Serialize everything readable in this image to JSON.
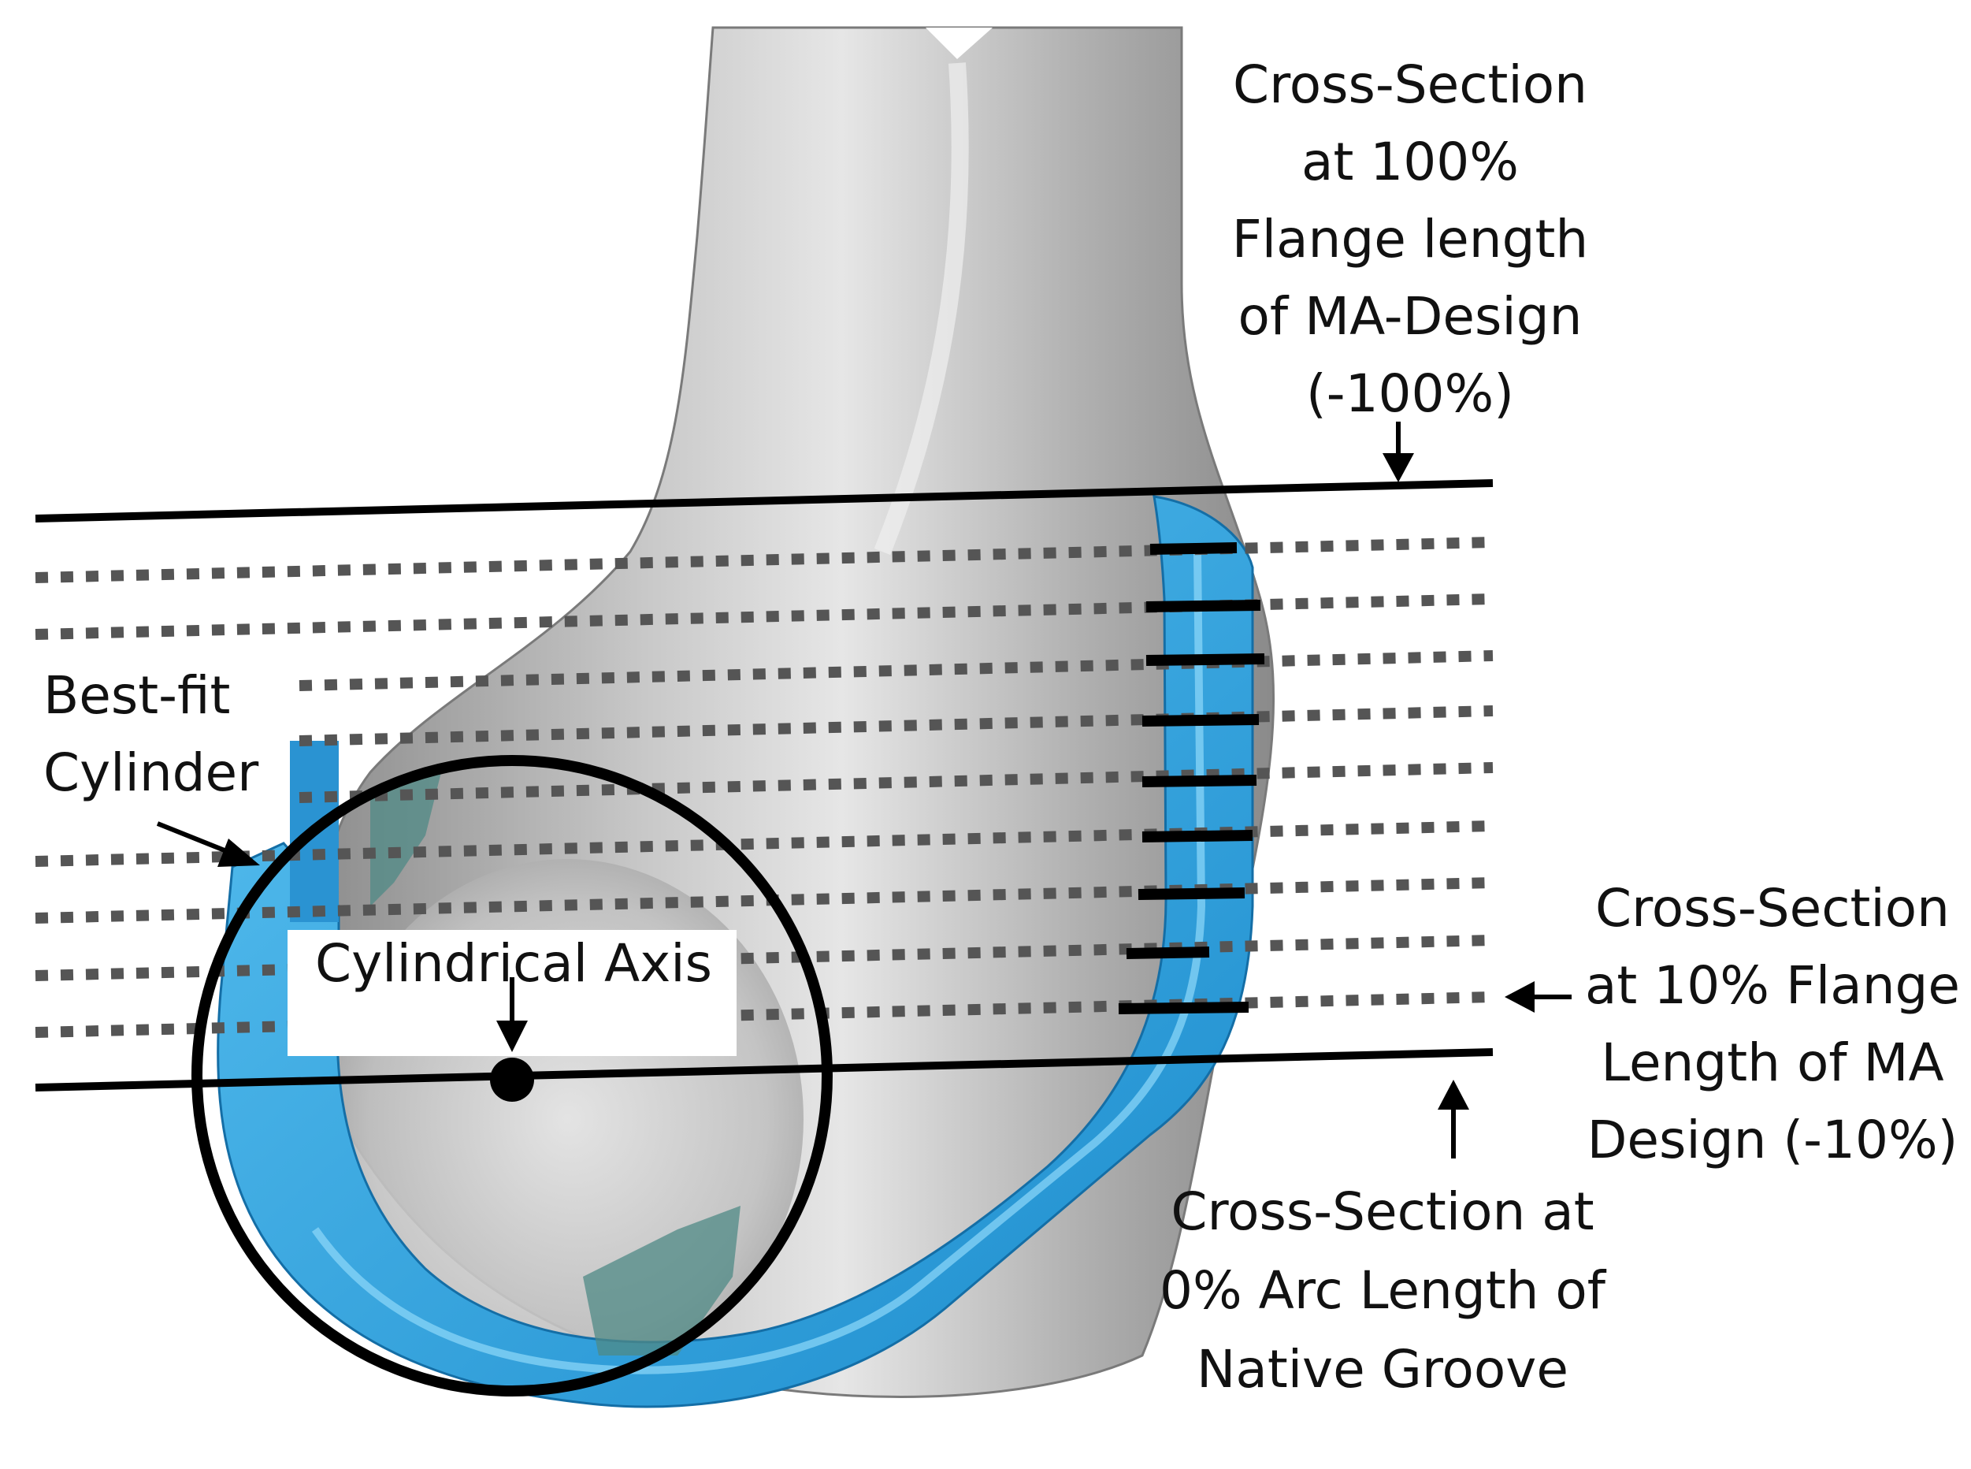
{
  "labels": {
    "top_section": [
      "Cross-Section",
      "at 100%",
      "Flange length",
      "of MA-Design",
      "(-100%)"
    ],
    "right_section": [
      "Cross-Section",
      "at 10% Flange",
      "Length of MA",
      "Design (-10%)"
    ],
    "bottom_section": [
      "Cross-Section at",
      "0% Arc Length of",
      "Native Groove"
    ],
    "best_fit": [
      "Best-fit",
      "Cylinder"
    ],
    "axis": "Cylindrical Axis"
  },
  "colors": {
    "bone": "#b9b9b9",
    "implant": "#2196d8",
    "implant_light": "#5ec2f0",
    "overlay": "#4f8a86",
    "line": "#000000",
    "dotted": "#555555"
  }
}
